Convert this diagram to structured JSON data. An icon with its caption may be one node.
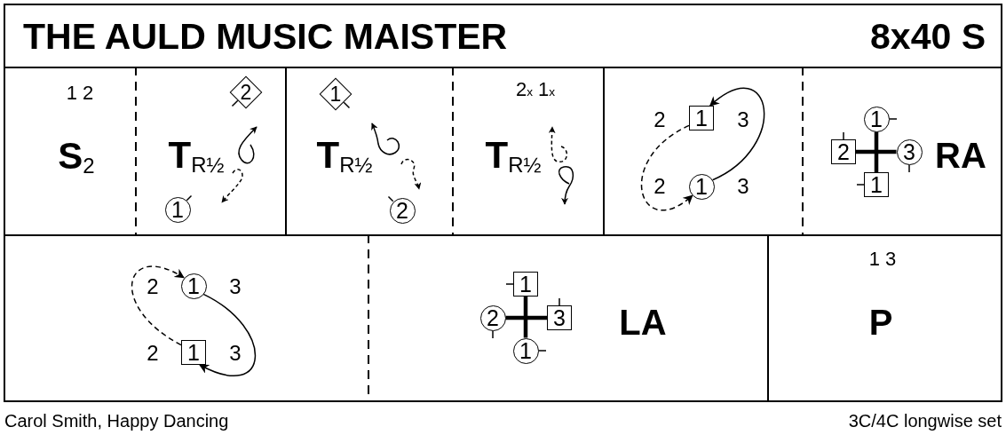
{
  "diagram": {
    "title": "THE AULD MUSIC MAISTER",
    "nodes": [
      {
        "text": [
          "1 2",
          "**S**$_{2}$"
        ]
      },
      {
        "text": [
          "**T**$_{R½}$"
        ]
      },
      {
        "text": [
          "2"
        ],
        "in": 1
      },
      {
        "text": [
          "1"
        ],
        "in": 1
      },
      {
        "text": [
          "**T**$_{R½}$"
        ]
      },
      {
        "text": [
          "1"
        ],
        "in": 4
      },
      {
        "text": [
          "2"
        ],
        "in": 4
      },
      {
        "text": [
          "2$_{x}$ 1$_{x}$",
          "**T**$_{R½}$"
        ]
      },
      {
        "text": [
          "2",
          "3",
          "2",
          "3"
        ]
      },
      {
        "text": [
          "1"
        ],
        "in": 8
      },
      {
        "text": [
          "1"
        ],
        "in": 8
      },
      {
        "text": [
          "RA"
        ]
      },
      {
        "text": [
          "1"
        ],
        "in": 11
      },
      {
        "text": [
          "2"
        ],
        "in": 11
      },
      {
        "text": [
          "3"
        ],
        "in": 11
      },
      {
        "text": [
          "1"
        ],
        "in": 11
      },
      {
        "text": [
          "2",
          "3",
          "2",
          "3"
        ]
      },
      {
        "text": [
          "1"
        ],
        "in": 16
      },
      {
        "text": [
          "1"
        ],
        "in": 16
      },
      {
        "text": [
          "LA"
        ]
      },
      {
        "text": [
          "1"
        ],
        "in": 19
      },
      {
        "text": [
          "2"
        ],
        "in": 19
      },
      {
        "text": [
          "3"
        ],
        "in": 19
      },
      {
        "text": [
          "1"
        ],
        "in": 19
      },
      {
        "text": [
          "1 3",
          "P"
        ]
      }
    ],
    "edges": [
      {
        "from": 9,
        "to": 10,
        "arrow": "to",
        "style": "dashed"
      },
      {
        "from": 10,
        "to": 9,
        "arrow": "to"
      },
      {
        "from": 12,
        "to": 15,
        "arrow": "none",
        "style": "thick"
      },
      {
        "from": 13,
        "to": 14,
        "arrow": "none",
        "style": "thick"
      },
      {
        "from": 17,
        "to": 18,
        "arrow": "to"
      },
      {
        "from": 18,
        "to": 17,
        "arrow": "to",
        "style": "dashed"
      },
      {
        "from": 20,
        "to": 23,
        "arrow": "none",
        "style": "thick"
      },
      {
        "from": 21,
        "to": 22,
        "arrow": "none",
        "style": "thick"
      }
    ],
    "labels": [
      "8x40 S",
      "Carol Smith, Happy Dancing",
      "3C/4C longwise set"
    ]
  }
}
